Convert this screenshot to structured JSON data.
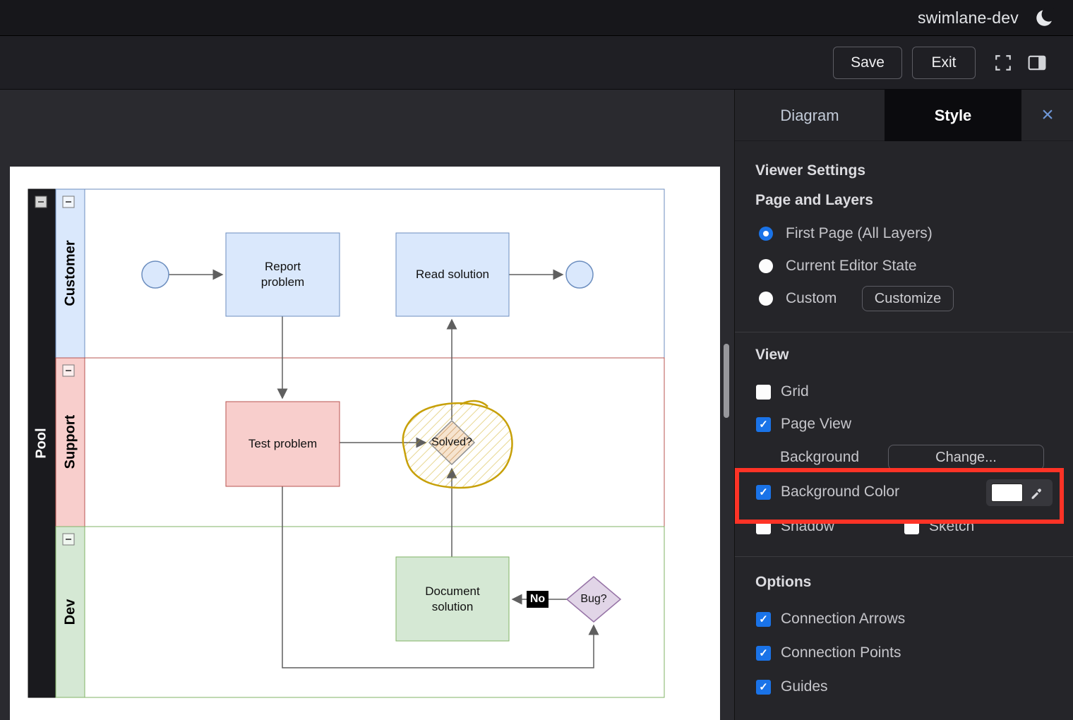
{
  "titlebar": {
    "project_name": "swimlane-dev"
  },
  "toolbar": {
    "save": "Save",
    "exit": "Exit"
  },
  "panel": {
    "tabs": {
      "diagram": "Diagram",
      "style": "Style"
    },
    "close_icon": "×",
    "viewer_settings_heading": "Viewer Settings",
    "page_layers_heading": "Page and Layers",
    "radio_first_page": "First Page (All Layers)",
    "radio_editor_state": "Current Editor State",
    "radio_custom": "Custom",
    "customize_button": "Customize",
    "view_heading": "View",
    "grid": "Grid",
    "page_view": "Page View",
    "background_label": "Background",
    "change_button": "Change...",
    "background_color": "Background Color",
    "shadow": "Shadow",
    "sketch": "Sketch",
    "options_heading": "Options",
    "connection_arrows": "Connection Arrows",
    "connection_points": "Connection Points",
    "guides": "Guides"
  },
  "diagram": {
    "pool": "Pool",
    "lanes": {
      "customer": "Customer",
      "support": "Support",
      "dev": "Dev"
    },
    "nodes": {
      "report_problem": "Report\nproblem",
      "read_solution": "Read solution",
      "test_problem": "Test problem",
      "solved": "Solved?",
      "document_solution": "Document\nsolution",
      "bug": "Bug?"
    },
    "edge_labels": {
      "no": "No"
    },
    "colors": {
      "customer_fill": "#dae8fc",
      "customer_stroke": "#6c8ebf",
      "support_fill": "#f8cecc",
      "support_stroke": "#b85450",
      "dev_fill": "#d5e8d4",
      "dev_stroke": "#82b366",
      "bug_fill": "#e1d5e7",
      "bug_stroke": "#9673a6",
      "highlight_yellow": "#c7a008",
      "annotation_red": "#fe3326",
      "accent_blue": "#1a73e8"
    }
  }
}
